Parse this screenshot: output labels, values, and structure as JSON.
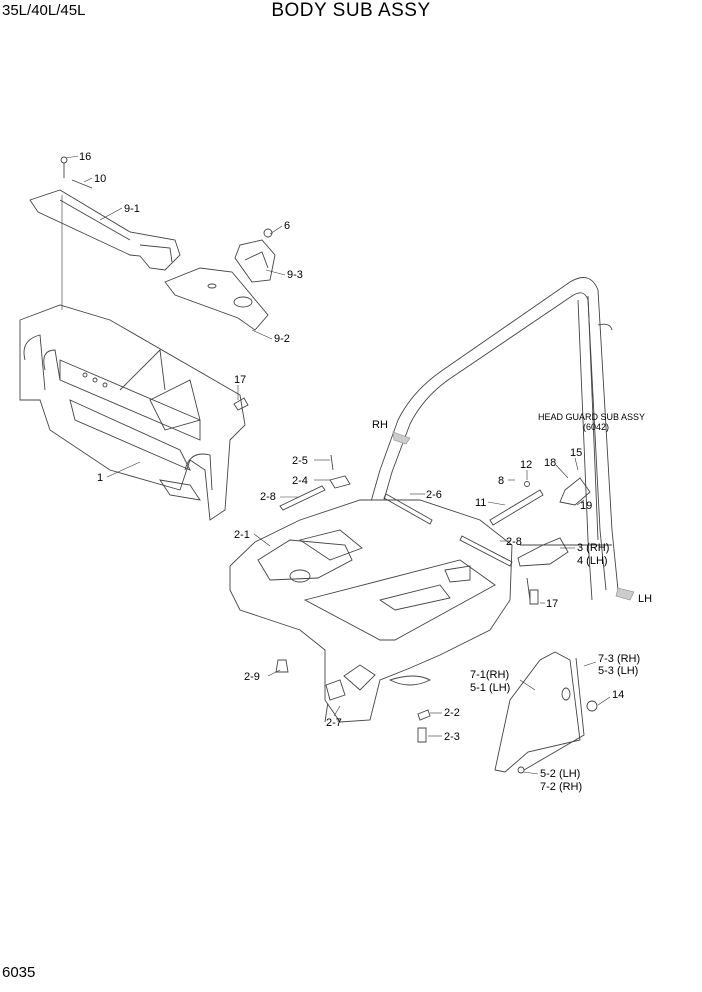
{
  "header": {
    "model": "35L/40L/45L",
    "title": "BODY SUB ASSY"
  },
  "footer": {
    "page_code": "6035"
  },
  "annotations": {
    "head_guard_line1": "HEAD GUARD SUB ASSY",
    "head_guard_line2": "(6042)",
    "rh": "RH",
    "lh": "LH"
  },
  "callouts": {
    "c16": "16",
    "c10": "10",
    "c9_1": "9-1",
    "c6": "6",
    "c9_3": "9-3",
    "c9_2": "9-2",
    "c17a": "17",
    "c1": "1",
    "c2_5": "2-5",
    "c2_4": "2-4",
    "c2_8a": "2-8",
    "c2_6": "2-6",
    "c2_1": "2-1",
    "c2_8b": "2-8",
    "c12": "12",
    "c8": "8",
    "c18": "18",
    "c15": "15",
    "c11": "11",
    "c19": "19",
    "c3_rh": "3 (RH)",
    "c4_lh": "4 (LH)",
    "c17b": "17",
    "c2_9": "2-9",
    "c2_7": "2-7",
    "c2_2": "2-2",
    "c2_3": "2-3",
    "c7_1": "7-1(RH)",
    "c5_1": "5-1 (LH)",
    "c7_3": "7-3 (RH)",
    "c5_3": "5-3 (LH)",
    "c14": "14",
    "c5_2": "5-2 (LH)",
    "c7_2": "7-2 (RH)"
  }
}
